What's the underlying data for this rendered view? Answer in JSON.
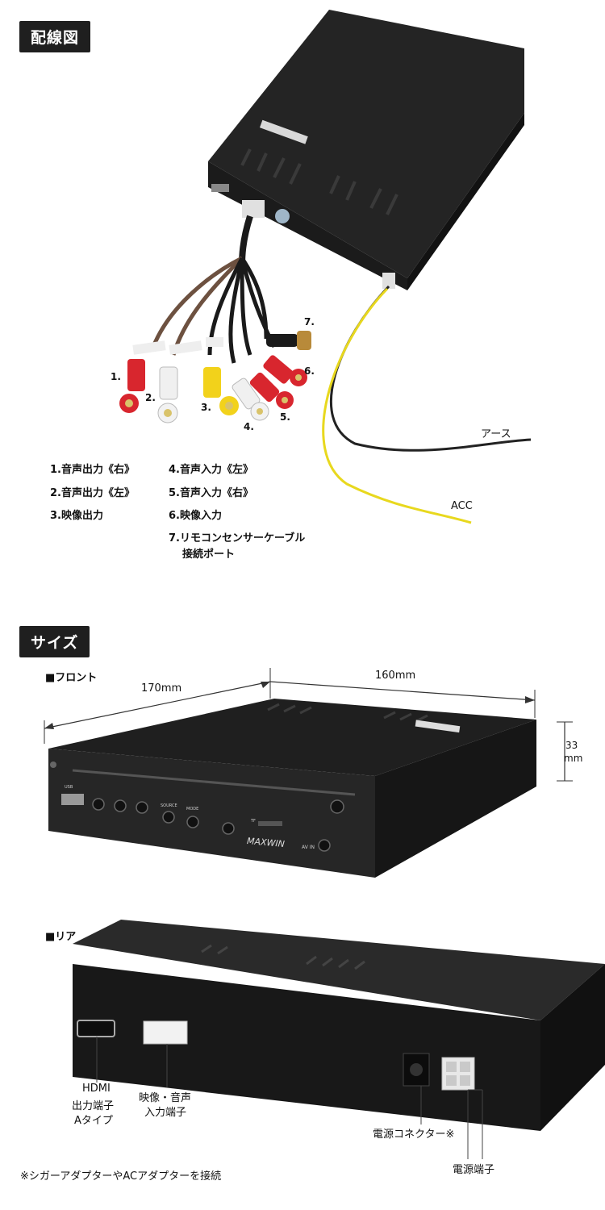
{
  "wiring": {
    "badge": "配線図",
    "callouts": [
      "1.",
      "2.",
      "3.",
      "4.",
      "5.",
      "6.",
      "7."
    ],
    "wire_labels": {
      "earth": "アース",
      "acc": "ACC"
    },
    "legend": [
      "1.音声出力《右》",
      "2.音声出力《左》",
      "3.映像出力",
      "4.音声入力《左》",
      "5.音声入力《右》",
      "6.映像入力",
      "7.リモコンセンサーケーブル",
      "接続ポート"
    ],
    "colors": {
      "red": "#d8262e",
      "white": "#f2f2f2",
      "yellow": "#f2d21b",
      "yellow_wire": "#e8d81e",
      "black": "#1a1a1a"
    }
  },
  "size": {
    "badge": "サイズ",
    "front_label": "■フロント",
    "width": "170mm",
    "depth": "160mm",
    "height_num": "33",
    "height_unit": "mm",
    "panel": {
      "usb": "USB",
      "source": "SOURCE",
      "mode": "MODE",
      "tf": "TF",
      "av_in": "AV IN",
      "brand": "MAXWIN"
    }
  },
  "rear": {
    "label": "■リア",
    "hdmi": [
      "HDMI",
      "出力端子",
      "Aタイプ"
    ],
    "av": [
      "映像・音声",
      "入力端子"
    ],
    "power_connector": "電源コネクター※",
    "power_terminal": "電源端子",
    "note": "※シガーアダプターやACアダプターを接続"
  }
}
